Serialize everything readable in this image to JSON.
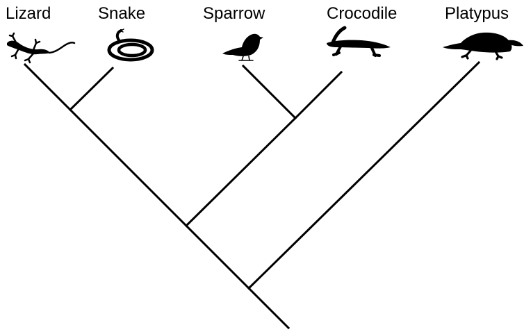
{
  "taxa": [
    {
      "id": "lizard",
      "label": "Lizard",
      "icon": "lizard-icon"
    },
    {
      "id": "snake",
      "label": "Snake",
      "icon": "snake-icon"
    },
    {
      "id": "sparrow",
      "label": "Sparrow",
      "icon": "sparrow-icon"
    },
    {
      "id": "crocodile",
      "label": "Crocodile",
      "icon": "crocodile-icon"
    },
    {
      "id": "platypus",
      "label": "Platypus",
      "icon": "platypus-icon"
    }
  ],
  "tree": {
    "topology": "(((Lizard,Snake),(Sparrow,Crocodile)),Platypus)",
    "line_color": "#000000"
  }
}
